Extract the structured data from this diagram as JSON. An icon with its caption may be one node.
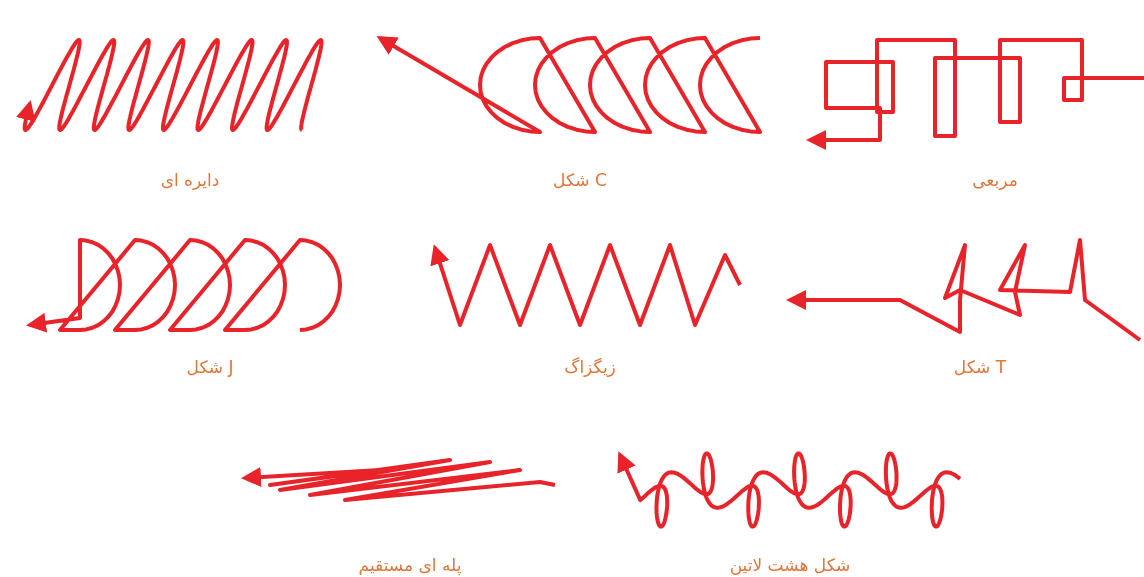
{
  "diagram": {
    "labels": [
      "دایره ای",
      "C شکل",
      "مربعی",
      "J شکل",
      "زیگزاگ",
      "T شکل",
      "پله ای مستقیم",
      "شکل هشت لاتین"
    ]
  }
}
